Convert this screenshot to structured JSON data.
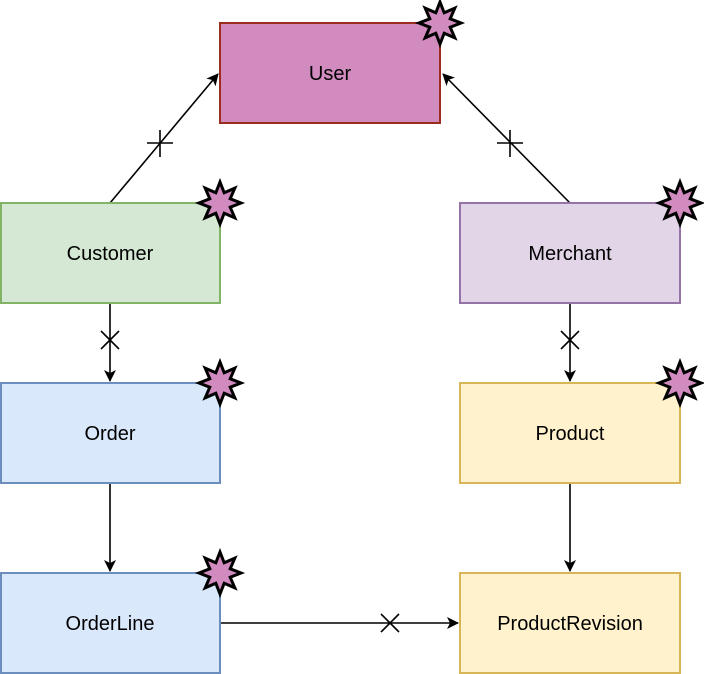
{
  "diagram": {
    "type": "entity-relationship",
    "colors": {
      "star_fill": "#d28bbf",
      "star_stroke": "#000000",
      "edge": "#000000"
    },
    "nodes": {
      "user": {
        "label": "User",
        "fill": "#d28bbf",
        "stroke": "#9b2d1f",
        "starred": true
      },
      "customer": {
        "label": "Customer",
        "fill": "#d5e8d4",
        "stroke": "#82b366",
        "starred": true
      },
      "merchant": {
        "label": "Merchant",
        "fill": "#e1d5e7",
        "stroke": "#9673a6",
        "starred": true
      },
      "order": {
        "label": "Order",
        "fill": "#dae8fc",
        "stroke": "#6c8ebf",
        "starred": true
      },
      "product": {
        "label": "Product",
        "fill": "#fff2cc",
        "stroke": "#d6b656",
        "starred": true
      },
      "orderline": {
        "label": "OrderLine",
        "fill": "#dae8fc",
        "stroke": "#6c8ebf",
        "starred": true
      },
      "productrevision": {
        "label": "ProductRevision",
        "fill": "#fff2cc",
        "stroke": "#d6b656",
        "starred": false
      }
    },
    "edges": [
      {
        "from": "customer",
        "to": "user",
        "marker": "plus"
      },
      {
        "from": "merchant",
        "to": "user",
        "marker": "plus"
      },
      {
        "from": "customer",
        "to": "order",
        "marker": "cross"
      },
      {
        "from": "merchant",
        "to": "product",
        "marker": "cross"
      },
      {
        "from": "order",
        "to": "orderline",
        "marker": "none"
      },
      {
        "from": "product",
        "to": "productrevision",
        "marker": "none"
      },
      {
        "from": "orderline",
        "to": "productrevision",
        "marker": "cross"
      }
    ]
  }
}
